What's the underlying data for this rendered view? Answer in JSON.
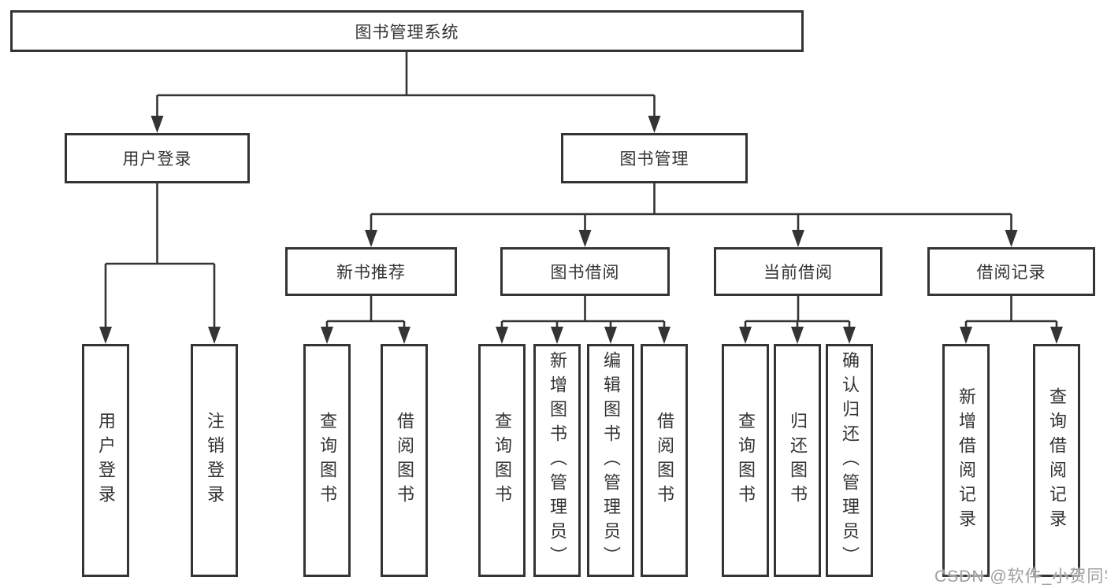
{
  "tree": {
    "root": {
      "label": "图书管理系统",
      "children": [
        {
          "label": "用户登录",
          "children": [
            {
              "label": "用户登录"
            },
            {
              "label": "注销登录"
            }
          ]
        },
        {
          "label": "图书管理",
          "children": [
            {
              "label": "新书推荐",
              "children": [
                {
                  "label": "查询图书"
                },
                {
                  "label": "借阅图书"
                }
              ]
            },
            {
              "label": "图书借阅",
              "children": [
                {
                  "label": "查询图书"
                },
                {
                  "label": "新增图书（管理员）"
                },
                {
                  "label": "编辑图书（管理员）"
                },
                {
                  "label": "借阅图书"
                }
              ]
            },
            {
              "label": "当前借阅",
              "children": [
                {
                  "label": "查询图书"
                },
                {
                  "label": "归还图书"
                },
                {
                  "label": "确认归还（管理员）"
                }
              ]
            },
            {
              "label": "借阅记录",
              "children": [
                {
                  "label": "新增借阅记录"
                },
                {
                  "label": "查询借阅记录"
                }
              ]
            }
          ]
        }
      ]
    }
  },
  "watermark": {
    "text": "CSDN @软件_小贺同学"
  },
  "colors": {
    "line": "#343434",
    "text": "#333333",
    "background": "#ffffff",
    "watermark": "#9e9e9e"
  }
}
